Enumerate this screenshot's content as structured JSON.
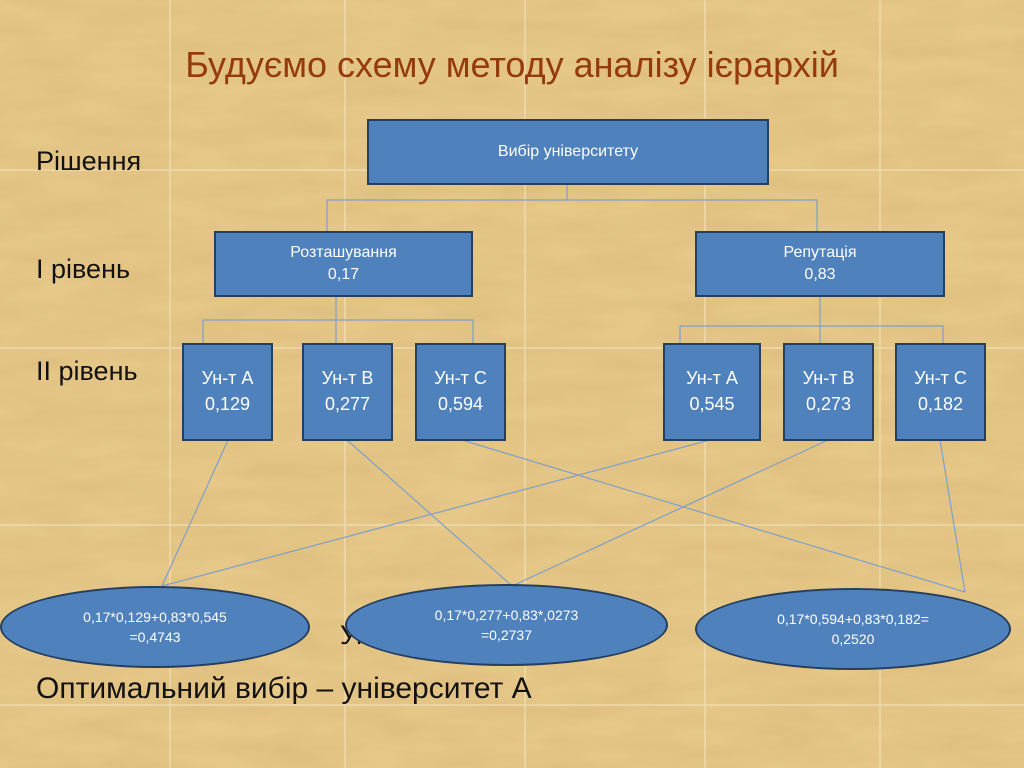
{
  "title": "Будуємо схему методу аналізу ієрархій",
  "levels": {
    "decision": "Рішення",
    "level1": "І рівень",
    "level2": "ІІ рівень"
  },
  "goal": "Вибір університету",
  "criteria": [
    {
      "label": "Розташування",
      "weight": "0,17"
    },
    {
      "label": "Репутація",
      "weight": "0,83"
    }
  ],
  "alternatives_left": [
    {
      "label": "Ун-т А",
      "value": "0,129"
    },
    {
      "label": "Ун-т В",
      "value": "0,277"
    },
    {
      "label": "Ун-т С",
      "value": "0,594"
    }
  ],
  "alternatives_right": [
    {
      "label": "Ун-т А",
      "value": "0,545"
    },
    {
      "label": "Ун-т В",
      "value": "0,273"
    },
    {
      "label": "Ун-т С",
      "value": "0,182"
    }
  ],
  "results": [
    {
      "formula": "0,17*0,129+0,83*0,545",
      "total": "=0,4743"
    },
    {
      "formula": "0,17*0,277+0,83*,0273",
      "total": "=0,2737"
    },
    {
      "formula": "0,17*0,594+0,83*0,182=",
      "total": "0,2520"
    }
  ],
  "occluded_text": "Ун                                   вер",
  "conclusion": "Оптимальний вибір – університет А",
  "colors": {
    "box_fill": "#4f81bd",
    "box_border": "#243f60",
    "title": "#953a0c",
    "connector": "#7fa0c8"
  }
}
